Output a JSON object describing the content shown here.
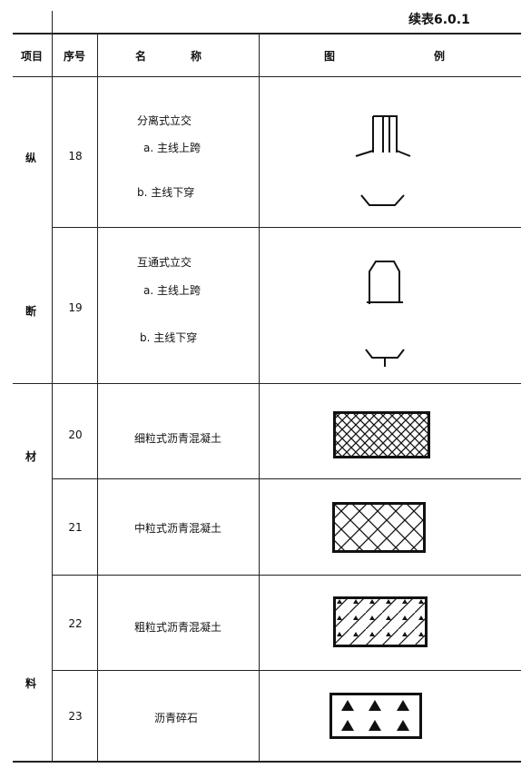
{
  "caption": "续表6.0.1",
  "headers": {
    "item": "项目",
    "seq": "序号",
    "name_part1": "名",
    "name_part2": "称",
    "legend_part1": "图",
    "legend_part2": "例"
  },
  "groups": {
    "vertical_section_1": "纵",
    "vertical_section_2": "断",
    "material_1": "材",
    "material_2": "料"
  },
  "rows": [
    {
      "seq": "18",
      "title": "分离式立交",
      "a": "a. 主线上跨",
      "b": "b. 主线下穿"
    },
    {
      "seq": "19",
      "title": "互通式立交",
      "a": "a. 主线上跨",
      "b": "b. 主线下穿"
    },
    {
      "seq": "20",
      "name": "细粒式沥青混凝土"
    },
    {
      "seq": "21",
      "name": "中粒式沥青混凝土"
    },
    {
      "seq": "22",
      "name": "粗粒式沥青混凝土"
    },
    {
      "seq": "23",
      "name": "沥青碎石"
    }
  ]
}
